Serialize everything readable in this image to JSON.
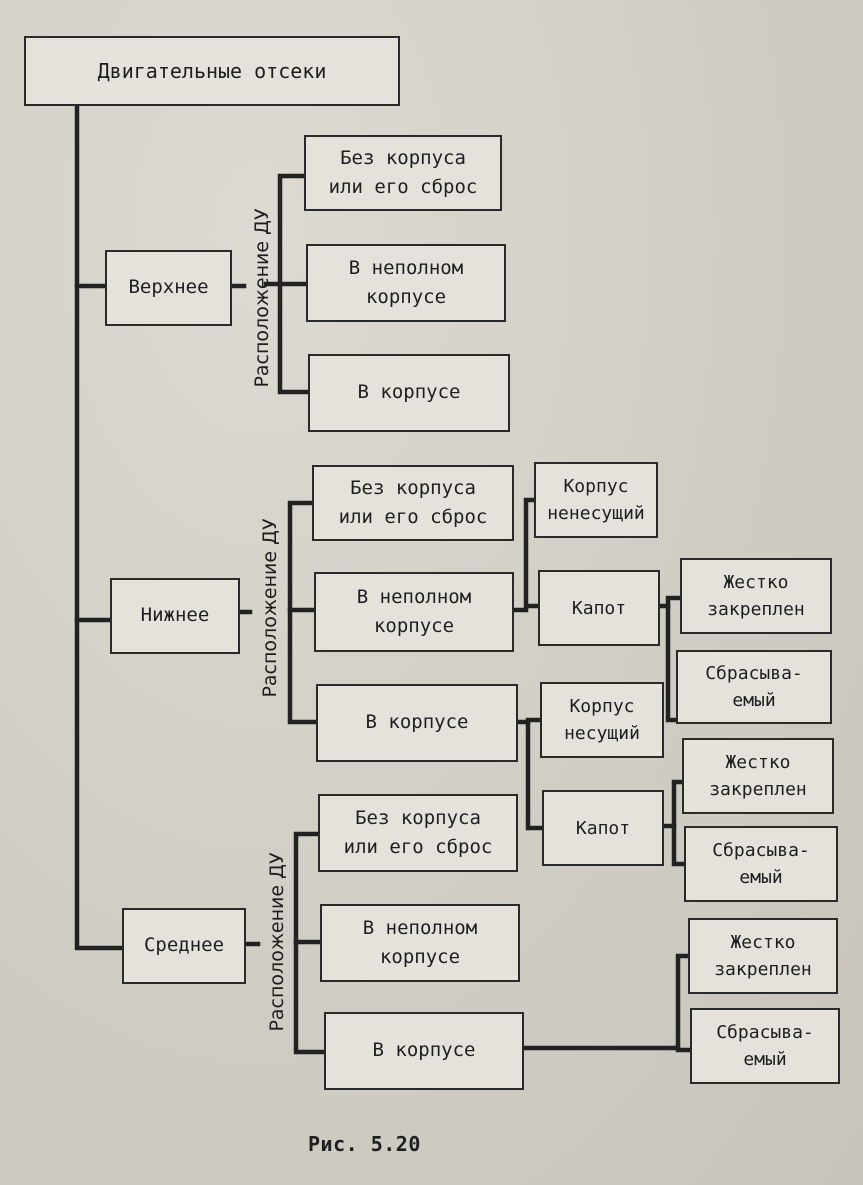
{
  "root": "Двигательные отсеки",
  "placement_label": "Расположение ДУ",
  "caption": "Рис. 5.20",
  "upper": {
    "label": "Верхнее",
    "options": [
      "Без    корпуса\nили его сброс",
      "В неполном\nкорпусе",
      "В корпусе"
    ]
  },
  "lower": {
    "label": "Нижнее",
    "options": [
      "Без    корпуса\nили его сброс",
      "В неполном\nкорпусе",
      "В корпусе"
    ],
    "housing_nonbearing": "Корпус\nненесущий",
    "hood_1": "Капот",
    "housing_bearing": "Корпус\nнесущий",
    "hood_2": "Капот",
    "rigid_1": "Жестко\nзакреплен",
    "jettison_1": "Сбрасыва-\nемый",
    "rigid_2": "Жестко\nзакреплен",
    "jettison_2": "Сбрасыва-\nемый"
  },
  "middle": {
    "label": "Среднее",
    "options": [
      "Без    корпуса\nили его сброс",
      "В неполном\nкорпусе",
      "В корпусе"
    ],
    "rigid": "Жестко\nзакреплен",
    "jettison": "Сбрасыва-\nемый"
  }
}
